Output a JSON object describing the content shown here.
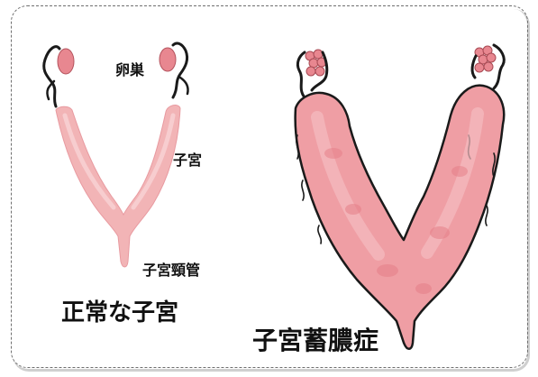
{
  "labels": {
    "ovary": "卵巣",
    "uterus": "子宮",
    "cervical_canal": "子宮頸管",
    "normal_title": "正常な子宮",
    "pyometra_title": "子宮蓄膿症"
  },
  "colors": {
    "normal_fill": "#f2b4b6",
    "pyometra_fill": "#ef9ea4",
    "ovary_fill": "#e88790",
    "outline": "#1a1a1a",
    "frame": "#6f6f6f"
  }
}
